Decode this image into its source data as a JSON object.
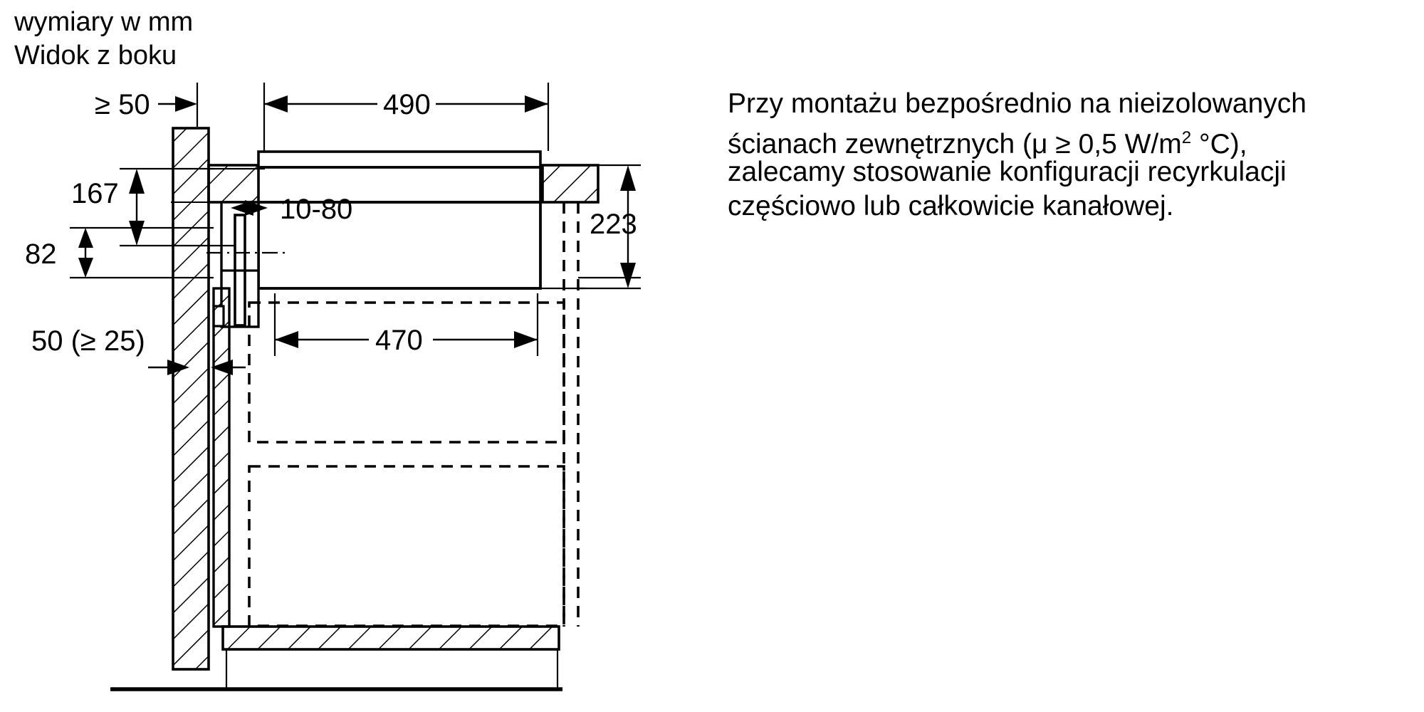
{
  "document": {
    "header_line1": "wymiary w mm",
    "header_line2": "Widok z boku"
  },
  "note": {
    "line1": "Przy montażu bezpośrednio na nieizolowanych",
    "line2_a": "ścianach zewnętrznych (μ ≥ 0,5 W/m",
    "line2_sup": "2",
    "line2_b": " °C),",
    "line3": "zalecamy stosowanie konfiguracji recyrkulacji",
    "line4": "częściowo lub całkowicie kanałowej."
  },
  "dimensions": {
    "wall_clearance_top": "≥ 50",
    "hob_width": "490",
    "height_167": "167",
    "height_82": "82",
    "slot_range": "10-80",
    "depth_223": "223",
    "floor_clearance": "50 (≥ 25)",
    "cabinet_width": "470"
  }
}
